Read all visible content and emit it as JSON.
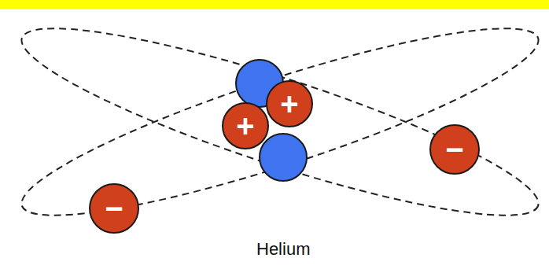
{
  "diagram": {
    "nodes": [
      {
        "text": [
          "+"
        ]
      },
      {
        "text": [
          "+"
        ]
      },
      {
        "text": [
          "−"
        ]
      },
      {
        "text": [
          "−"
        ]
      }
    ],
    "labels": [
      "Helium"
    ]
  }
}
